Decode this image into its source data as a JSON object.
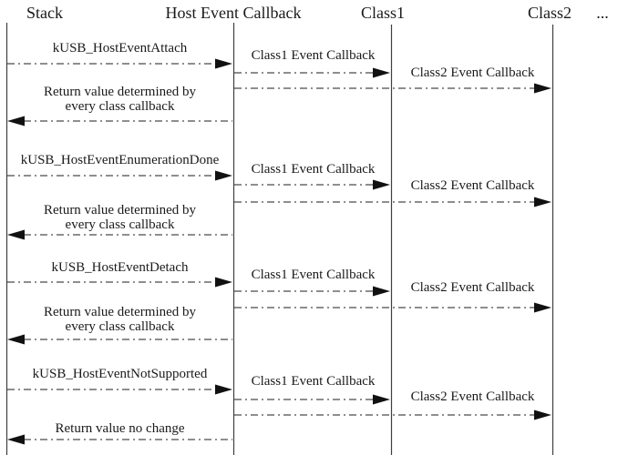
{
  "colors": {
    "background": "#ffffff",
    "ink": "#1a1a1a",
    "line": "#4a4a4a"
  },
  "lifelines": [
    {
      "label": "Stack"
    },
    {
      "label": "Host Event Callback"
    },
    {
      "label": "Class1"
    },
    {
      "label": "Class2"
    }
  ],
  "ellipsis": "...",
  "sequences": [
    {
      "event": "kUSB_HostEventAttach",
      "class1_callback": "Class1 Event Callback",
      "class2_callback": "Class2 Event Callback",
      "return_line1": "Return value determined by",
      "return_line2": "every class callback"
    },
    {
      "event": "kUSB_HostEventEnumerationDone",
      "class1_callback": "Class1 Event Callback",
      "class2_callback": "Class2 Event Callback",
      "return_line1": "Return value determined by",
      "return_line2": "every class callback"
    },
    {
      "event": "kUSB_HostEventDetach",
      "class1_callback": "Class1 Event Callback",
      "class2_callback": "Class2 Event Callback",
      "return_line1": "Return value determined by",
      "return_line2": "every class callback"
    },
    {
      "event": "kUSB_HostEventNotSupported",
      "class1_callback": "Class1 Event Callback",
      "class2_callback": "Class2 Event Callback",
      "return_line1": "Return value no change"
    }
  ]
}
